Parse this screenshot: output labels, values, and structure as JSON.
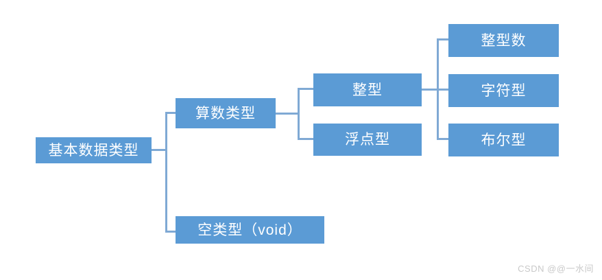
{
  "diagram": {
    "type": "tree",
    "orientation": "left-to-right",
    "accent_color": "#5B9BD5",
    "connector_color": "#7FA9D4",
    "text_color": "#FFFFFF",
    "background_color": "#FFFFFF",
    "nodes": {
      "root": "基本数据类型",
      "arithmetic": "算数类型",
      "void": "空类型（void）",
      "integer": "整型",
      "float": "浮点型",
      "integer_number": "整型数",
      "character": "字符型",
      "boolean": "布尔型"
    },
    "edges": [
      {
        "from": "基本数据类型",
        "to": "算数类型"
      },
      {
        "from": "基本数据类型",
        "to": "空类型（void）"
      },
      {
        "from": "算数类型",
        "to": "整型"
      },
      {
        "from": "算数类型",
        "to": "浮点型"
      },
      {
        "from": "整型",
        "to": "整型数"
      },
      {
        "from": "整型",
        "to": "字符型"
      },
      {
        "from": "整型",
        "to": "布尔型"
      }
    ]
  },
  "watermark": {
    "text": "CSDN @@一水间"
  }
}
